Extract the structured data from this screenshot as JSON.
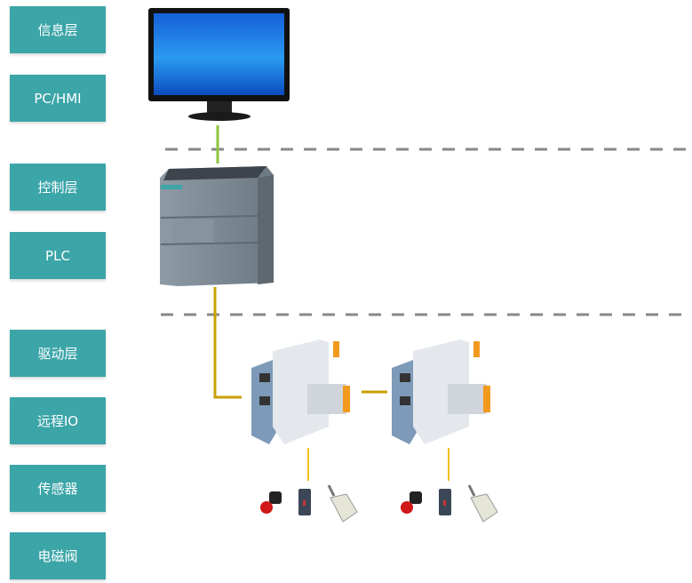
{
  "labels": {
    "info_layer": "信息层",
    "pc_hmi": "PC/HMI",
    "control_layer": "控制层",
    "plc": "PLC",
    "drive_layer": "驱动层",
    "remote_io": "远程IO",
    "sensor": "传感器",
    "solenoid_valve": "电磁阀"
  },
  "colors": {
    "label_bg": "#3ba5a8",
    "ethernet_link": "#8cc63f",
    "fieldbus_link": "#c8a000",
    "io_link": "#f0c020",
    "layer_divider": "#888888"
  },
  "devices": [
    "monitor-icon",
    "plc-icon",
    "remote-io-module-icon",
    "emergency-stop-icon",
    "photoelectric-sensor-icon",
    "limit-switch-icon"
  ]
}
